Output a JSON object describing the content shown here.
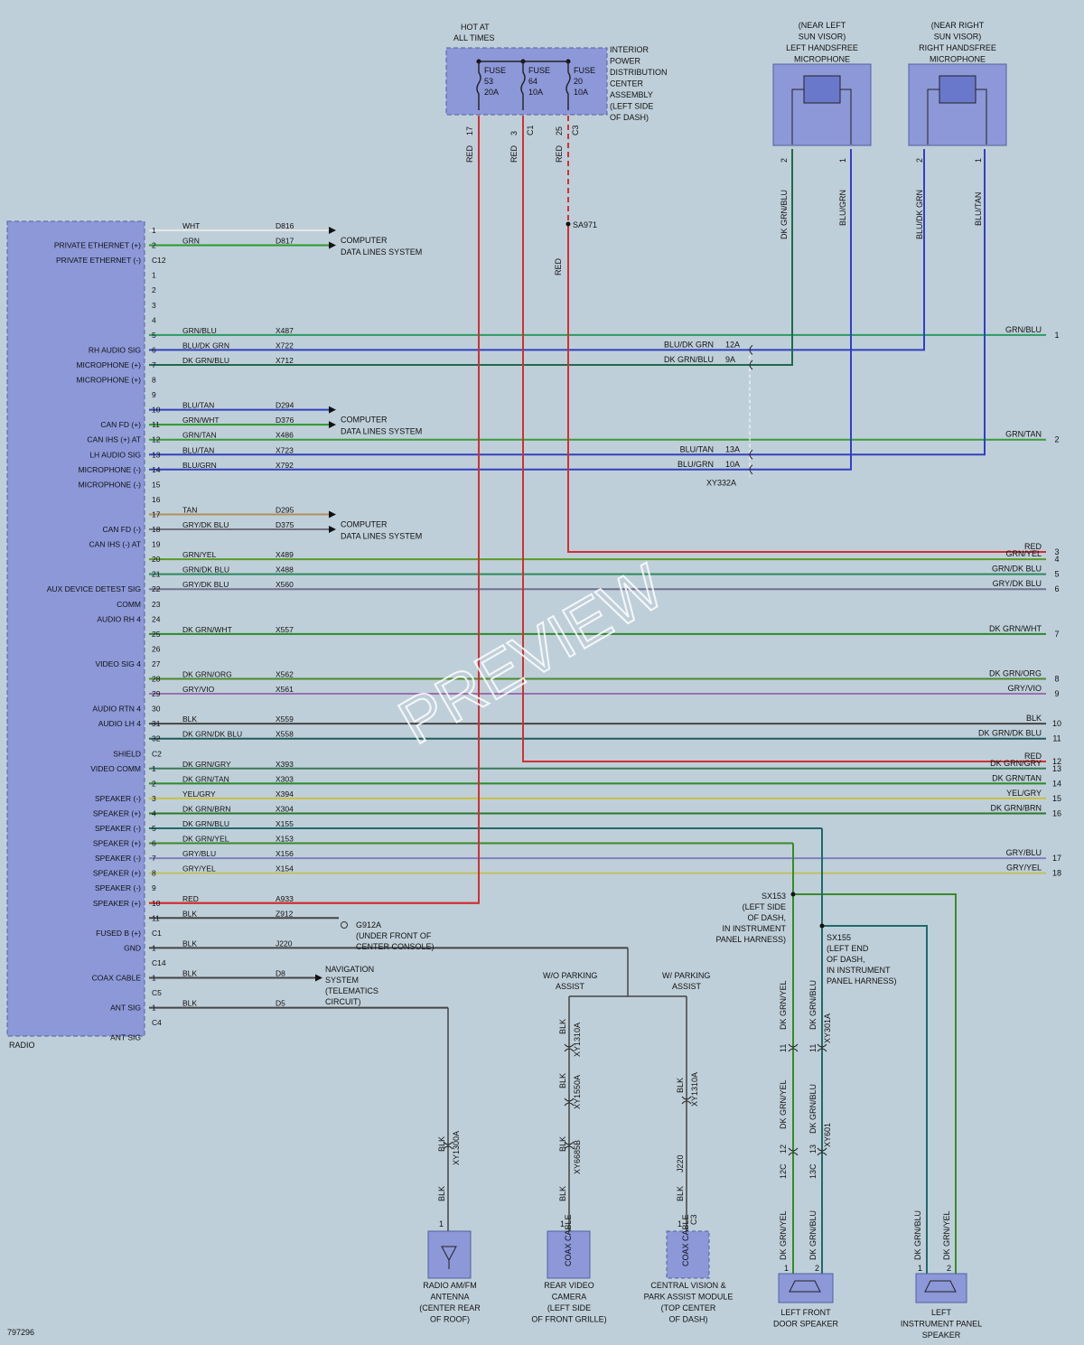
{
  "fuse_box": {
    "hot_label": [
      "HOT AT",
      "ALL TIMES"
    ],
    "label": [
      "INTERIOR",
      "POWER",
      "DISTRIBUTION",
      "CENTER",
      "ASSEMBLY",
      "(LEFT SIDE",
      "OF DASH)"
    ],
    "fuses": [
      {
        "name": "FUSE",
        "num": "53",
        "amp": "20A",
        "pin": "17",
        "conn": "",
        "color": "RED",
        "wire_color": "#d03030"
      },
      {
        "name": "FUSE",
        "num": "64",
        "amp": "10A",
        "pin": "3",
        "conn": "C1",
        "color": "RED",
        "wire_color": "#d03030"
      },
      {
        "name": "FUSE",
        "num": "20",
        "amp": "10A",
        "pin": "25",
        "conn": "C3",
        "color": "RED",
        "wire_color": "#d03030"
      }
    ],
    "splice": "SA971",
    "splice_wire": "RED"
  },
  "microphones": [
    {
      "label": [
        "(NEAR LEFT",
        "SUN VISOR)",
        "LEFT HANDSFREE",
        "MICROPHONE"
      ],
      "pins": [
        "2",
        "1"
      ],
      "wires": [
        "DK GRN/BLU",
        "BLU/GRN"
      ]
    },
    {
      "label": [
        "(NEAR RIGHT",
        "SUN VISOR)",
        "RIGHT HANDSFREE",
        "MICROPHONE"
      ],
      "pins": [
        "2",
        "1"
      ],
      "wires": [
        "BLU/DK GRN",
        "BLU/TAN"
      ]
    }
  ],
  "radio": {
    "label": "RADIO",
    "signals": [
      {
        "text": "PRIVATE ETHERNET (+)",
        "row": 1
      },
      {
        "text": "PRIVATE ETHERNET (-)",
        "row": 2
      },
      {
        "text": "RH AUDIO SIG",
        "row": 8
      },
      {
        "text": "MICROPHONE (+)",
        "row": 9
      },
      {
        "text": "MICROPHONE (+)",
        "row": 10
      },
      {
        "text": "CAN FD (+)",
        "row": 13
      },
      {
        "text": "CAN IHS (+) AT",
        "row": 14
      },
      {
        "text": "LH AUDIO SIG",
        "row": 15
      },
      {
        "text": "MICROPHONE (-)",
        "row": 16
      },
      {
        "text": "MICROPHONE (-)",
        "row": 17
      },
      {
        "text": "CAN FD (-)",
        "row": 20
      },
      {
        "text": "CAN IHS (-) AT",
        "row": 21
      },
      {
        "text": "AUX DEVICE DETEST SIG",
        "row": 24
      },
      {
        "text": "COMM",
        "row": 25
      },
      {
        "text": "AUDIO RH 4",
        "row": 26
      },
      {
        "text": "VIDEO SIG 4",
        "row": 29
      },
      {
        "text": "AUDIO RTN 4",
        "row": 32
      },
      {
        "text": "AUDIO LH 4",
        "row": 33
      },
      {
        "text": "SHIELD",
        "row": 35
      },
      {
        "text": "VIDEO COMM",
        "row": 36
      },
      {
        "text": "SPEAKER (-)",
        "row": 38
      },
      {
        "text": "SPEAKER (+)",
        "row": 39
      },
      {
        "text": "SPEAKER (-)",
        "row": 40
      },
      {
        "text": "SPEAKER (+)",
        "row": 41
      },
      {
        "text": "SPEAKER (-)",
        "row": 42
      },
      {
        "text": "SPEAKER (+)",
        "row": 43
      },
      {
        "text": "SPEAKER (-)",
        "row": 44
      },
      {
        "text": "SPEAKER (+)",
        "row": 45
      },
      {
        "text": "FUSED B (+)",
        "row": 47
      },
      {
        "text": "GND",
        "row": 48
      },
      {
        "text": "COAX CABLE",
        "row": 50
      },
      {
        "text": "ANT SIG",
        "row": 52
      },
      {
        "text": "ANT SIG",
        "row": 54
      }
    ],
    "rows": [
      {
        "pin": "1",
        "color": "WHT",
        "circuit": "D816",
        "wire": "#e6e6e6"
      },
      {
        "pin": "2",
        "color": "GRN",
        "circuit": "D817",
        "wire": "#2a9a2a"
      },
      {
        "pin": "C12"
      },
      {
        "pin": "1"
      },
      {
        "pin": "2"
      },
      {
        "pin": "3"
      },
      {
        "pin": "4"
      },
      {
        "pin": "5",
        "color": "GRN/BLU",
        "circuit": "X487",
        "wire": "#2a9a60"
      },
      {
        "pin": "6",
        "color": "BLU/DK GRN",
        "circuit": "X722",
        "wire": "#3040c0"
      },
      {
        "pin": "7",
        "color": "DK GRN/BLU",
        "circuit": "X712",
        "wire": "#1f6a4a"
      },
      {
        "pin": "8"
      },
      {
        "pin": "9"
      },
      {
        "pin": "10",
        "color": "BLU/TAN",
        "circuit": "D294",
        "wire": "#3040c0"
      },
      {
        "pin": "11",
        "color": "GRN/WHT",
        "circuit": "D376",
        "wire": "#2a9a2a"
      },
      {
        "pin": "12",
        "color": "GRN/TAN",
        "circuit": "X486",
        "wire": "#3a9a3a"
      },
      {
        "pin": "13",
        "color": "BLU/TAN",
        "circuit": "X723",
        "wire": "#3040c0"
      },
      {
        "pin": "14",
        "color": "BLU/GRN",
        "circuit": "X792",
        "wire": "#3040c0"
      },
      {
        "pin": "15"
      },
      {
        "pin": "16"
      },
      {
        "pin": "17",
        "color": "TAN",
        "circuit": "D295",
        "wire": "#b09060"
      },
      {
        "pin": "18",
        "color": "GRY/DK BLU",
        "circuit": "D375",
        "wire": "#707080"
      },
      {
        "pin": "19"
      },
      {
        "pin": "20",
        "color": "GRN/YEL",
        "circuit": "X489",
        "wire": "#5a9a2a"
      },
      {
        "pin": "21",
        "color": "GRN/DK BLU",
        "circuit": "X488",
        "wire": "#2a8a5a"
      },
      {
        "pin": "22",
        "color": "GRY/DK BLU",
        "circuit": "X560",
        "wire": "#707090"
      },
      {
        "pin": "23"
      },
      {
        "pin": "24"
      },
      {
        "pin": "25",
        "color": "DK GRN/WHT",
        "circuit": "X557",
        "wire": "#2a8a2a"
      },
      {
        "pin": "26"
      },
      {
        "pin": "27"
      },
      {
        "pin": "28",
        "color": "DK GRN/ORG",
        "circuit": "X562",
        "wire": "#4a8a2a"
      },
      {
        "pin": "29",
        "color": "GRY/VIO",
        "circuit": "X561",
        "wire": "#9a70b0"
      },
      {
        "pin": "30"
      },
      {
        "pin": "31",
        "color": "BLK",
        "circuit": "X559",
        "wire": "#444444"
      },
      {
        "pin": "32",
        "color": "DK GRN/DK BLU",
        "circuit": "X558",
        "wire": "#1f5a5a"
      },
      {
        "pin": "C2"
      },
      {
        "pin": "1",
        "color": "DK GRN/GRY",
        "circuit": "X393",
        "wire": "#3a7a5a"
      },
      {
        "pin": "2",
        "color": "DK GRN/TAN",
        "circuit": "X303",
        "wire": "#2a8a2a"
      },
      {
        "pin": "3",
        "color": "YEL/GRY",
        "circuit": "X394",
        "wire": "#c8c040"
      },
      {
        "pin": "4",
        "color": "DK GRN/BRN",
        "circuit": "X304",
        "wire": "#2a7a2a"
      },
      {
        "pin": "5",
        "color": "DK GRN/BLU",
        "circuit": "X155",
        "wire": "#1f6a6a"
      },
      {
        "pin": "6",
        "color": "DK GRN/YEL",
        "circuit": "X153",
        "wire": "#3a8a2a"
      },
      {
        "pin": "7",
        "color": "GRY/BLU",
        "circuit": "X156",
        "wire": "#8080c0"
      },
      {
        "pin": "8",
        "color": "GRY/YEL",
        "circuit": "X154",
        "wire": "#c0c060"
      },
      {
        "pin": "9"
      },
      {
        "pin": "10",
        "color": "RED",
        "circuit": "A933",
        "wire": "#d03030"
      },
      {
        "pin": "11",
        "color": "BLK",
        "circuit": "Z912",
        "wire": "#444444"
      },
      {
        "pin": "C1"
      },
      {
        "pin": "1",
        "color": "BLK",
        "circuit": "J220",
        "wire": "#444444"
      },
      {
        "pin": "C14"
      },
      {
        "pin": "1",
        "color": "BLK",
        "circuit": "D8",
        "wire": "#444444"
      },
      {
        "pin": "C5"
      },
      {
        "pin": "1",
        "color": "BLK",
        "circuit": "D5",
        "wire": "#444444"
      },
      {
        "pin": "C4"
      }
    ]
  },
  "computer_labels": [
    {
      "line1": "COMPUTER",
      "line2": "DATA LINES SYSTEM"
    },
    {
      "line1": "COMPUTER",
      "line2": "DATA LINES SYSTEM"
    },
    {
      "line1": "COMPUTER",
      "line2": "DATA LINES SYSTEM"
    }
  ],
  "mid_connector": {
    "name": "XY332A",
    "pins": [
      {
        "color": "BLU/DK GRN",
        "cav": "12A"
      },
      {
        "color": "DK GRN/BLU",
        "cav": "9A"
      },
      {
        "color": "BLU/TAN",
        "cav": "13A"
      },
      {
        "color": "BLU/GRN",
        "cav": "10A"
      }
    ]
  },
  "right_outputs": [
    {
      "color": "GRN/BLU",
      "num": "1"
    },
    {
      "color": "GRN/TAN",
      "num": "2"
    },
    {
      "color": "RED",
      "num": "3"
    },
    {
      "color": "GRN/YEL",
      "num": "4"
    },
    {
      "color": "GRN/DK BLU",
      "num": "5"
    },
    {
      "color": "GRY/DK BLU",
      "num": "6"
    },
    {
      "color": "DK GRN/WHT",
      "num": "7"
    },
    {
      "color": "DK GRN/ORG",
      "num": "8"
    },
    {
      "color": "GRY/VIO",
      "num": "9"
    },
    {
      "color": "BLK",
      "num": "10"
    },
    {
      "color": "DK GRN/DK BLU",
      "num": "11"
    },
    {
      "color": "RED",
      "num": "12"
    },
    {
      "color": "DK GRN/GRY",
      "num": "13"
    },
    {
      "color": "DK GRN/TAN",
      "num": "14"
    },
    {
      "color": "YEL/GRY",
      "num": "15"
    },
    {
      "color": "DK GRN/BRN",
      "num": "16"
    },
    {
      "color": "GRY/BLU",
      "num": "17"
    },
    {
      "color": "GRY/YEL",
      "num": "18"
    }
  ],
  "ground": {
    "name": "G912A",
    "lines": [
      "(UNDER FRONT OF",
      "CENTER CONSOLE)"
    ]
  },
  "navigation": [
    "NAVIGATION",
    "SYSTEM",
    "(TELEMATICS",
    "CIRCUIT)"
  ],
  "parking": {
    "wo": [
      "W/O PARKING",
      "ASSIST"
    ],
    "w": [
      "W/ PARKING",
      "ASSIST"
    ]
  },
  "splices": {
    "sx153": [
      "SX153",
      "(LEFT SIDE",
      "OF DASH,",
      "IN INSTRUMENT",
      "PANEL HARNESS)"
    ],
    "sx155": [
      "SX155",
      "(LEFT END",
      "OF DASH,",
      "IN INSTRUMENT",
      "PANEL HARNESS)"
    ]
  },
  "vertical_labels": {
    "antenna": [
      "BLK",
      "XY1300A",
      "BLK"
    ],
    "camera": [
      "BLK",
      "XY1310A",
      "BLK",
      "XY1550A",
      "BLK",
      "XY6685B",
      "BLK"
    ],
    "cvpam": [
      "BLK",
      "XY1310A",
      "J220",
      "BLK"
    ],
    "speaker_a": [
      "DK GRN/YEL",
      "DK GRN/YEL",
      "DK GRN/YEL"
    ],
    "speaker_b": [
      "DK GRN/BLU",
      "XY301A",
      "DK GRN/BLU",
      "XY601",
      "DK GRN/BLU"
    ],
    "ip_speaker": [
      "DK GRN/BLU",
      "DK GRN/YEL"
    ],
    "pins_a": [
      "11",
      "12",
      "12C"
    ],
    "pins_b": [
      "11",
      "13",
      "13C"
    ]
  },
  "components": {
    "antenna": [
      "RADIO AM/FM",
      "ANTENNA",
      "(CENTER REAR",
      "OF ROOF)"
    ],
    "camera": [
      "REAR VIDEO",
      "CAMERA",
      "(LEFT SIDE",
      "OF FRONT GRILLE)"
    ],
    "cvpam": [
      "CENTRAL VISION &",
      "PARK ASSIST MODULE",
      "(TOP CENTER",
      "OF DASH)"
    ],
    "front_speaker": [
      "LEFT FRONT",
      "DOOR SPEAKER"
    ],
    "ip_speaker": [
      "LEFT",
      "INSTRUMENT PANEL",
      "SPEAKER"
    ],
    "coax": "COAX CABLE",
    "cvpam_conn": "C3",
    "pins_1": "1",
    "pins_2": "2"
  },
  "doc_id": "797296",
  "watermark": "PREVIEW"
}
